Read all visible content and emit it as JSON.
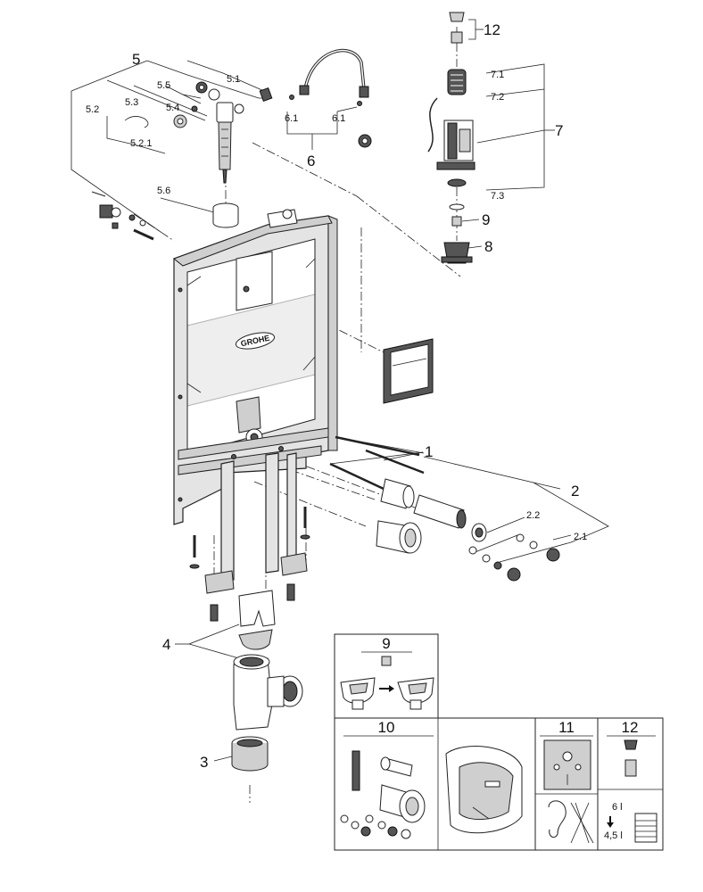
{
  "brand": "GROHE",
  "labels": {
    "l1": "1",
    "l2": "2",
    "l2_1": "2.1",
    "l2_2": "2.2",
    "l3": "3",
    "l4": "4",
    "l5": "5",
    "l5_1": "5.1",
    "l5_2": "5.2",
    "l5_2_1": "5.2.1",
    "l5_3": "5.3",
    "l5_4": "5.4",
    "l5_5": "5.5",
    "l5_6": "5.6",
    "l6": "6",
    "l6_1a": "6.1",
    "l6_1b": "6.1",
    "l7": "7",
    "l7_1": "7.1",
    "l7_2": "7.2",
    "l7_3": "7.3",
    "l8": "8",
    "l9": "9",
    "l12": "12"
  },
  "info_panels": {
    "p9": "9",
    "p10": "10",
    "p11": "11",
    "p12": "12",
    "water_full": "6 l",
    "water_part": "4,5 l"
  },
  "icons": [
    "frame-icon",
    "valve-icon",
    "hose-icon",
    "flush-valve-icon",
    "pipe-icon",
    "bolt-icon",
    "toilet-icon",
    "ear-noise-icon",
    "water-level-icon"
  ]
}
